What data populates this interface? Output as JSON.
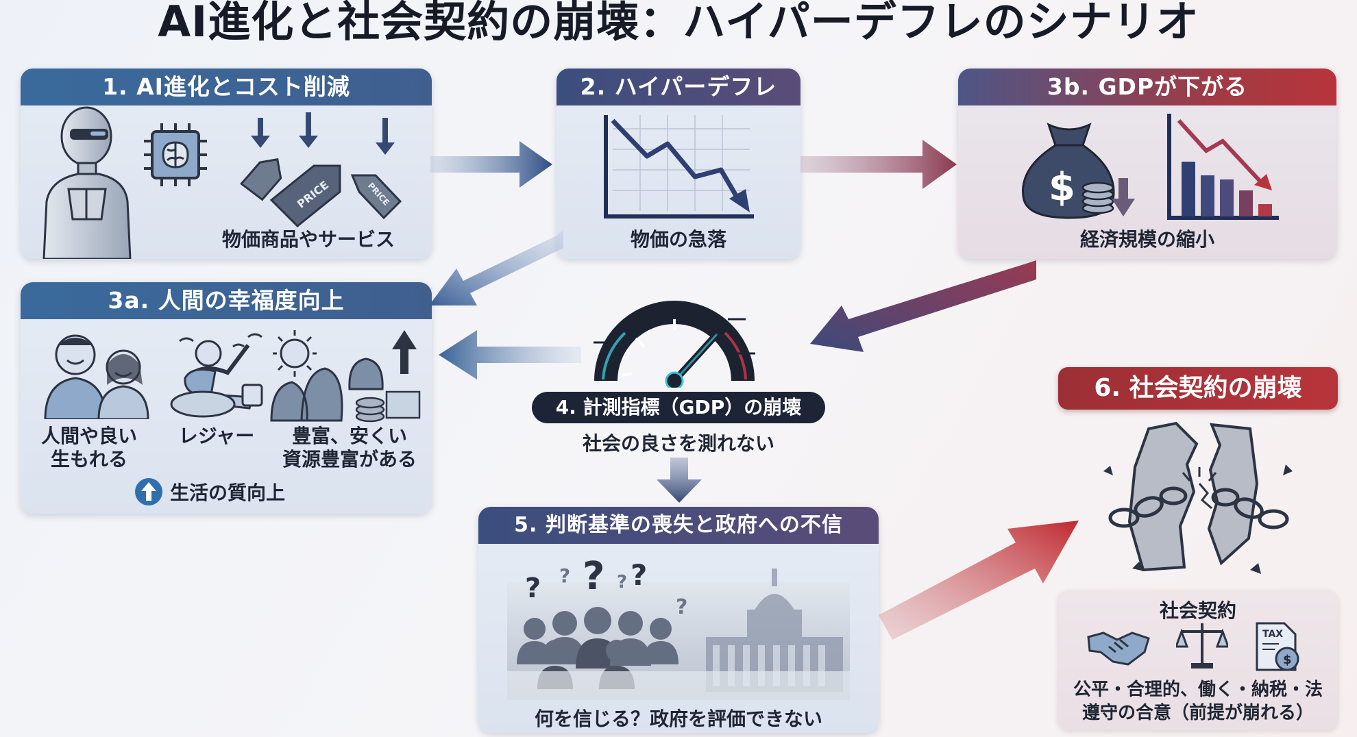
{
  "title": "AI進化と社会契約の崩壊：ハイパーデフレのシナリオ",
  "panel1": {
    "header": "1. AI進化とコスト削減",
    "caption": "物価商品やサービス",
    "tag_text": "PRICE"
  },
  "panel2": {
    "header": "2. ハイパーデフレ",
    "caption": "物価の急落"
  },
  "panel3b": {
    "header": "3b. GDPが下がる",
    "caption": "経済規模の縮小"
  },
  "panel3a": {
    "header": "3a. 人間の幸福度向上",
    "items": [
      {
        "label_line1": "人間や良い",
        "label_line2": "生もれる"
      },
      {
        "label_line1": "レジャー",
        "label_line2": ""
      },
      {
        "label_line1": "豊富、安くい",
        "label_line2": "資源豊富がある"
      }
    ],
    "footer": "生活の質向上"
  },
  "panel4": {
    "header": "4. 計測指標（GDP）の崩壊",
    "caption": "社会の良さを測れない"
  },
  "panel5": {
    "header": "5. 判断基準の喪失と政府への不信",
    "caption": "何を信じる？政府を評価できない"
  },
  "panel6": {
    "header": "6. 社会契約の崩壊",
    "sub_title": "社会契約",
    "caption_line1": "公平・合理的、働く・納税・法",
    "caption_line2": "遵守の合意（前提が崩れる）",
    "tax_label": "TAX"
  },
  "colors": {
    "blue": "#3a6a9c",
    "navy": "#2f3d66",
    "red": "#b8343b",
    "dark": "#1f2533"
  }
}
